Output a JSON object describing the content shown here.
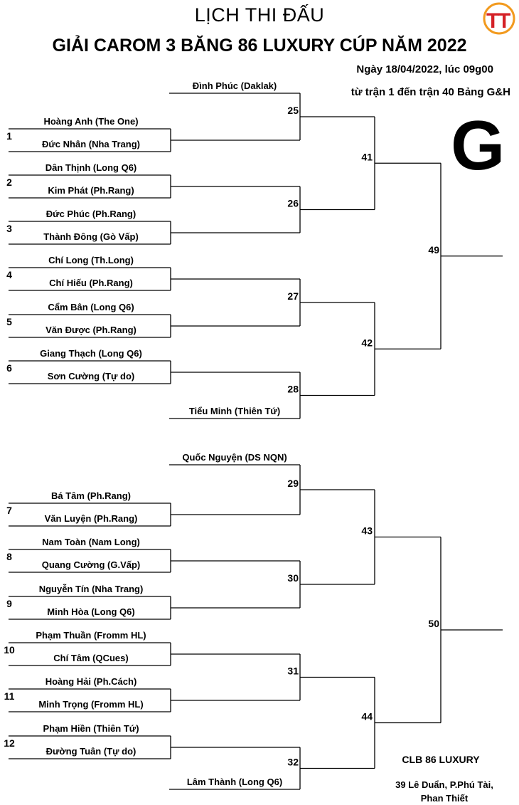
{
  "header": {
    "title": "LỊCH THI ĐẤU",
    "subtitle": "GIẢI CAROM 3 BĂNG 86 LUXURY CÚP NĂM 2022",
    "date": "Ngày 18/04/2022, lúc 09g00",
    "range": "từ trận 1 đến trận 40 Bảng G&H",
    "group": "G",
    "logo_text": "TT"
  },
  "colors": {
    "logo_red": "#d42127",
    "logo_orange": "#f29a1e",
    "line": "#000000"
  },
  "pairs": [
    {
      "num": "1",
      "a": "Hoàng Anh (The One)",
      "b": "Đức Nhân (Nha Trang)"
    },
    {
      "num": "2",
      "a": "Dân Thịnh (Long Q6)",
      "b": "Kim Phát (Ph.Rang)"
    },
    {
      "num": "3",
      "a": "Đức Phúc (Ph.Rang)",
      "b": "Thành Đông (Gò Vấp)"
    },
    {
      "num": "4",
      "a": "Chí Long (Th.Long)",
      "b": "Chí Hiếu (Ph.Rang)"
    },
    {
      "num": "5",
      "a": "Cẩm Bân (Long Q6)",
      "b": "Văn Được (Ph.Rang)"
    },
    {
      "num": "6",
      "a": "Giang Thạch (Long Q6)",
      "b": "Sơn Cường (Tự do)"
    },
    {
      "num": "7",
      "a": "Bá Tâm (Ph.Rang)",
      "b": "Văn Luyện (Ph.Rang)"
    },
    {
      "num": "8",
      "a": "Nam Toàn (Nam Long)",
      "b": "Quang Cường (G.Vấp)"
    },
    {
      "num": "9",
      "a": "Nguyễn Tín (Nha Trang)",
      "b": "Minh Hòa (Long Q6)"
    },
    {
      "num": "10",
      "a": "Phạm Thuần (Fromm HL)",
      "b": "Chí Tâm (QCues)"
    },
    {
      "num": "11",
      "a": "Hoàng Hải (Ph.Cách)",
      "b": "Minh Trọng (Fromm HL)"
    },
    {
      "num": "12",
      "a": "Phạm Hiền (Thiên Tứ)",
      "b": "Đường Tuân (Tự do)"
    }
  ],
  "seeds": [
    "Đình Phúc (Daklak)",
    "Tiểu Minh (Thiên Tứ)",
    "Quốc Nguyện (DS NQN)",
    "Lâm Thành (Long Q6)"
  ],
  "matches": {
    "r2": [
      "25",
      "26",
      "27",
      "28",
      "29",
      "30",
      "31",
      "32"
    ],
    "r3": [
      "41",
      "42",
      "43",
      "44"
    ],
    "r4": [
      "49",
      "50"
    ]
  },
  "footer": {
    "club": "CLB 86 LUXURY",
    "address_line1": "39 Lê Duẩn, P.Phú Tài,",
    "address_line2": "Phan Thiết"
  }
}
